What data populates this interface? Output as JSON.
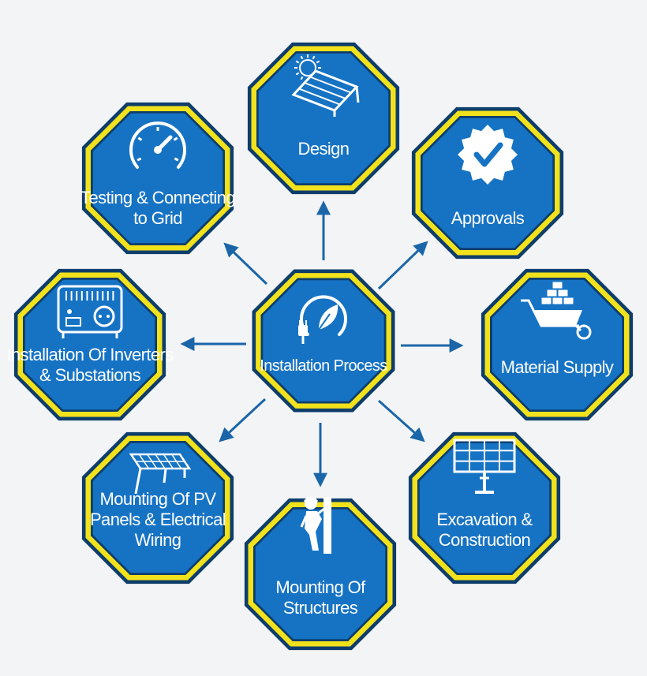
{
  "colors": {
    "background": "#f3f4f6",
    "octagon_fill": "#1673c4",
    "octagon_border_outer": "#0d3d6b",
    "octagon_border_yellow": "#f2e21c",
    "arrow": "#1a66a8",
    "text": "#ffffff"
  },
  "center": {
    "label": "Installation Process",
    "icon": "plug-leaf-icon"
  },
  "steps": [
    {
      "id": "design",
      "lines": [
        "Design"
      ],
      "icon": "solar-panel-sun-icon"
    },
    {
      "id": "approvals",
      "lines": [
        "Approvals"
      ],
      "icon": "check-badge-icon"
    },
    {
      "id": "material-supply",
      "lines": [
        "Material Supply"
      ],
      "icon": "wheelbarrow-bricks-icon"
    },
    {
      "id": "excavation",
      "lines": [
        "Excavation &",
        "Construction"
      ],
      "icon": "solar-panel-stand-icon"
    },
    {
      "id": "structures",
      "lines": [
        "Mounting Of",
        "Structures"
      ],
      "icon": "worker-climbing-icon"
    },
    {
      "id": "pv-panels",
      "lines": [
        "Mounting Of PV",
        "Panels & Electrical",
        "Wiring"
      ],
      "icon": "solar-array-icon"
    },
    {
      "id": "inverters",
      "lines": [
        "Installation Of Inverters",
        "& Substations"
      ],
      "icon": "inverter-box-icon"
    },
    {
      "id": "testing",
      "lines": [
        "Testing & Connecting",
        "to Grid"
      ],
      "icon": "speedometer-icon"
    }
  ]
}
